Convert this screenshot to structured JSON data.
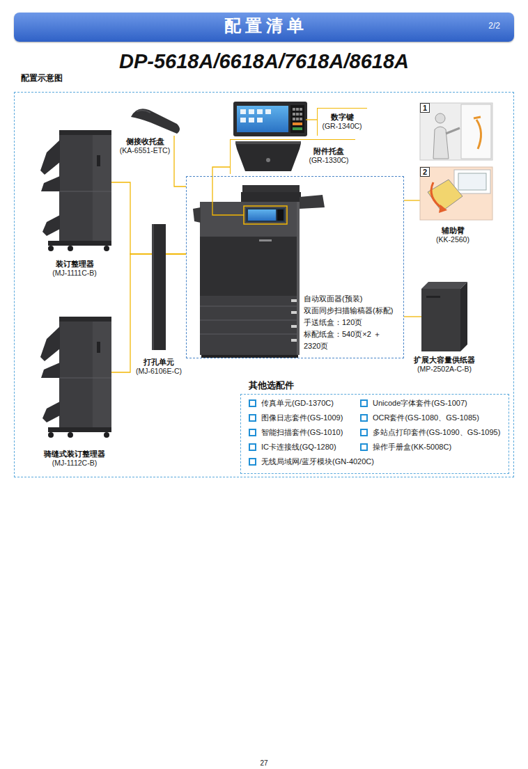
{
  "diagram": {
    "title": "DP-5618A/6618A/7618A/8618A",
    "nodes": [
      {
        "text": [
          "配置清单",
          "2/2"
        ]
      },
      {
        "text": [
          "配置示意图"
        ]
      },
      {
        "text": [
          "侧接收托盘",
          "(KA-6551-ETC)"
        ],
        "in": 1
      },
      {
        "text": [
          "数字键",
          "(GR-1340C)"
        ],
        "in": 1
      },
      {
        "text": [
          "附件托盘",
          "(GR-1330C)"
        ],
        "in": 1
      },
      {
        "text": [
          "装订整理器",
          "(MJ-1111C-B)"
        ],
        "in": 1
      },
      {
        "text": [
          "自动双面器(预装)",
          "双面同步扫描输稿器(标配)",
          "手送纸盒：120页",
          "标配纸盒：540页×2 ＋2320页"
        ],
        "in": 1
      },
      {
        "text": [
          "辅助臂",
          "(KK-2560)"
        ],
        "in": 1
      },
      {
        "text": [
          "打孔单元",
          "(MJ-6106E-C)"
        ],
        "in": 1
      },
      {
        "text": [
          "骑缝式装订整理器",
          "(MJ-1112C-B)"
        ],
        "in": 1
      },
      {
        "text": [
          "扩展大容量供纸器",
          "(MP-2502A-C-B)"
        ],
        "in": 1
      },
      {
        "text": [
          "其他选配件"
        ],
        "in": 1
      }
    ],
    "edges": [
      {
        "from": 5,
        "to": 6,
        "arrow": "none"
      },
      {
        "from": 9,
        "to": 6,
        "arrow": "none"
      },
      {
        "from": 8,
        "to": 6,
        "arrow": "none"
      },
      {
        "from": 2,
        "to": 6,
        "arrow": "none"
      },
      {
        "from": 4,
        "to": 6,
        "arrow": "none"
      },
      {
        "from": 7,
        "to": 6,
        "arrow": "none"
      },
      {
        "from": 10,
        "to": 6,
        "arrow": "none"
      }
    ],
    "labels": [
      "1",
      "2",
      "传真单元(GD-1370C)",
      "Unicode字体套件(GS-1007)",
      "图像日志套件(GS-1009)",
      "OCR套件(GS-1080、GS-1085)",
      "智能扫描套件(GS-1010)",
      "多站点打印套件(GS-1090、GS-1095)",
      "IC卡连接线(GQ-1280)",
      "操作手册盒(KK-5008C)",
      "无线局域网/蓝牙模块(GN-4020C)",
      "27"
    ]
  }
}
